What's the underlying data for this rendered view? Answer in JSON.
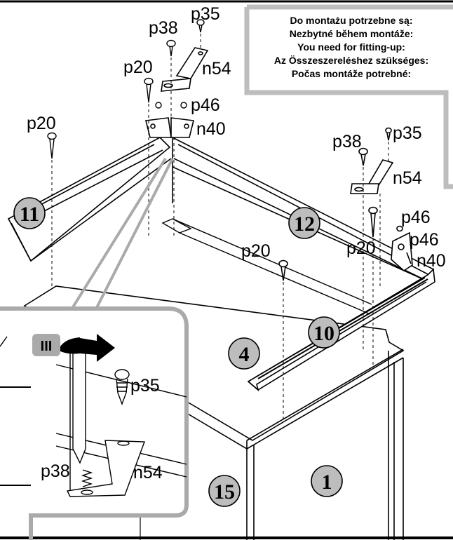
{
  "required_box": {
    "lines": [
      "Do montażu potrzebne są:",
      "Nezbytné během montáže:",
      "You need for fitting-up:",
      "Az Összeszereléshez szükséges:",
      "Počas montáže potrebné:"
    ]
  },
  "part_labels": {
    "p35_top": "p35",
    "p38_top": "p38",
    "p20_top": "p20",
    "n54_top": "n54",
    "p46_top": "p46",
    "n40_top": "n40",
    "p20_left": "p20",
    "p38_right": "p38",
    "p35_right": "p35",
    "n54_right": "n54",
    "p46_right_a": "p46",
    "p46_right_b": "p46",
    "n40_right": "n40",
    "p20_center": "p20",
    "p20_right": "p20"
  },
  "numbers": {
    "n11": "11",
    "n12": "12",
    "n10": "10",
    "n4": "4",
    "n15": "15",
    "n1": "1"
  },
  "detail": {
    "step": "III",
    "p35": "p35",
    "p38": "p38",
    "n54": "n54"
  }
}
